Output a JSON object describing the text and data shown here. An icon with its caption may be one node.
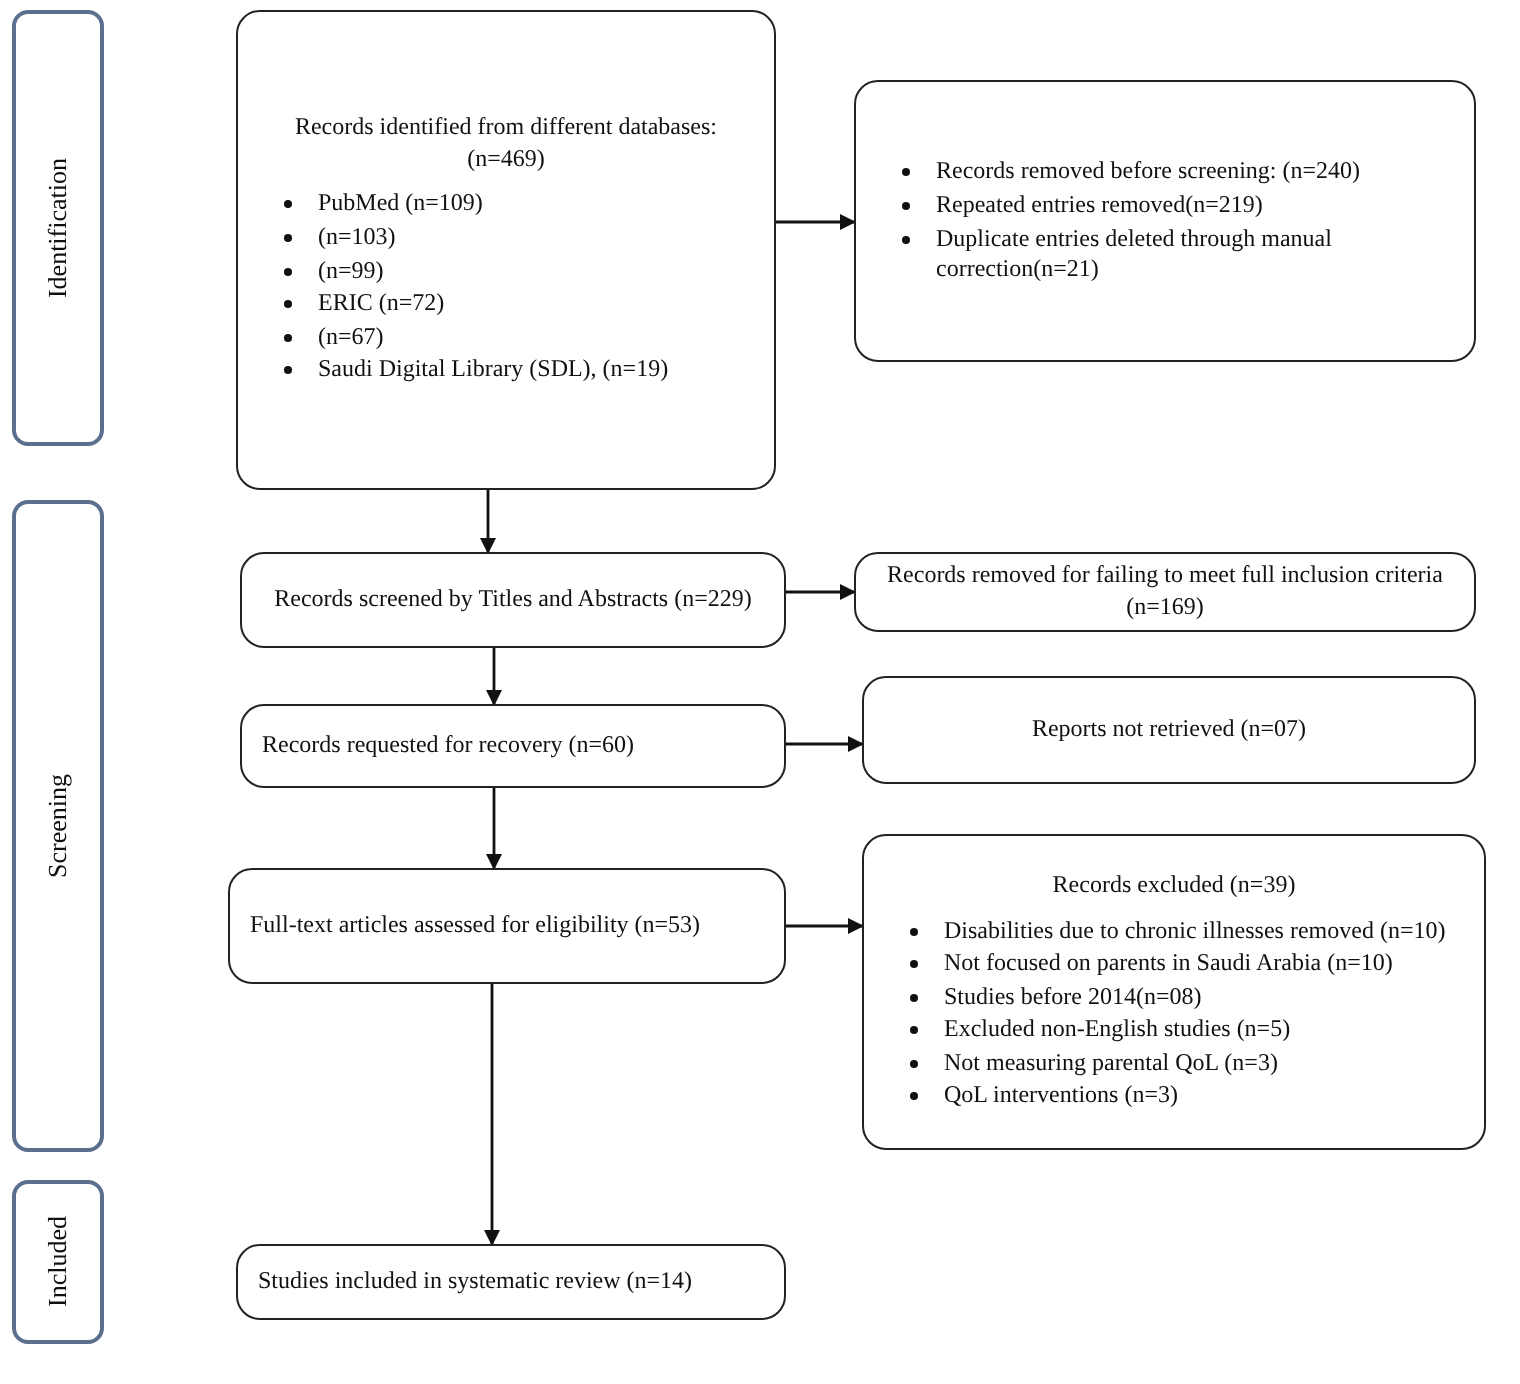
{
  "diagram": {
    "nodes": [
      {
        "text": [
          "Identification"
        ]
      },
      {
        "text": [
          "Screening"
        ]
      },
      {
        "text": [
          "Included"
        ]
      },
      {
        "text": [
          "Records identified from different databases: (n=469)",
          "PubMed (n=109)",
          "(n=103)",
          "(n=99)",
          "ERIC (n=72)",
          "(n=67)",
          "Saudi Digital Library (SDL), (n=19)"
        ]
      },
      {
        "text": [
          "Records removed before screening: (n=240)",
          "Repeated entries removed(n=219)",
          "Duplicate entries deleted through manual correction(n=21)"
        ]
      },
      {
        "text": [
          "Records screened by Titles and Abstracts (n=229)"
        ]
      },
      {
        "text": [
          "Records removed for failing to meet full inclusion criteria (n=169)"
        ]
      },
      {
        "text": [
          "Records requested for recovery (n=60)"
        ]
      },
      {
        "text": [
          "Reports not retrieved (n=07)"
        ]
      },
      {
        "text": [
          "Full-text articles assessed for eligibility (n=53)"
        ]
      },
      {
        "text": [
          "Records excluded (n=39)",
          "Disabilities due to chronic illnesses removed (n=10)",
          "Not focused on parents in Saudi Arabia (n=10)",
          "Studies before 2014(n=08)",
          "Excluded non-English studies (n=5)",
          "Not measuring parental QoL (n=3)",
          "QoL interventions (n=3)"
        ]
      },
      {
        "text": [
          "Studies included in systematic review (n=14)"
        ]
      }
    ],
    "edges": [
      {
        "from": 3,
        "to": 4,
        "arrow": "to"
      },
      {
        "from": 3,
        "to": 5,
        "arrow": "to"
      },
      {
        "from": 5,
        "to": 6,
        "arrow": "to"
      },
      {
        "from": 5,
        "to": 7,
        "arrow": "to"
      },
      {
        "from": 7,
        "to": 8,
        "arrow": "to"
      },
      {
        "from": 7,
        "to": 9,
        "arrow": "to"
      },
      {
        "from": 9,
        "to": 10,
        "arrow": "to"
      },
      {
        "from": 9,
        "to": 11,
        "arrow": "to"
      }
    ]
  }
}
